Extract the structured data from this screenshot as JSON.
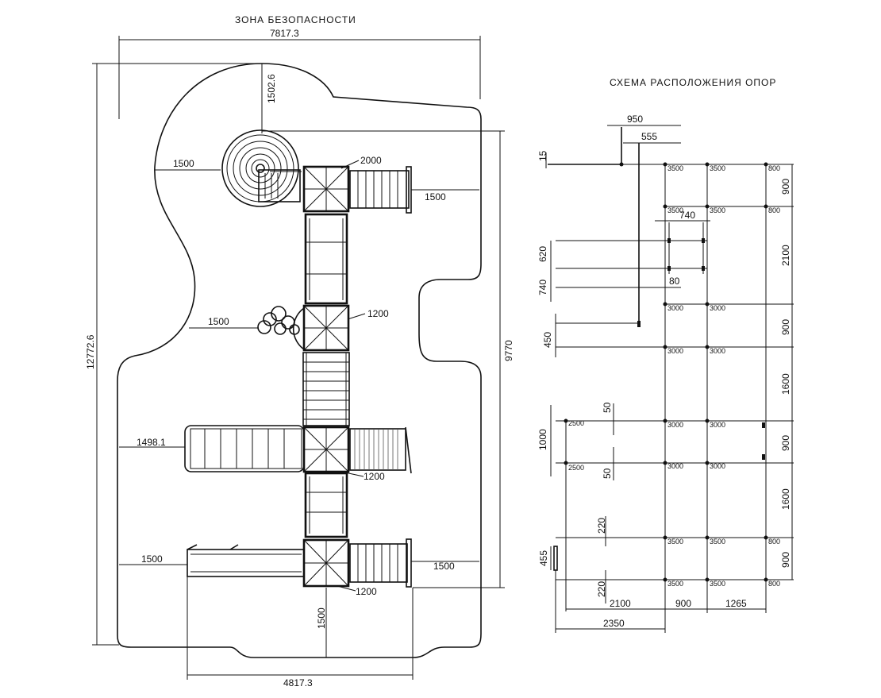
{
  "left": {
    "title": "ЗОНА БЕЗОПАСНОСТИ",
    "dims": {
      "top_width": "7817.3",
      "height_total": "12772.6",
      "height_right": "9770",
      "tower_top": "1502.6",
      "spiral_left": "1500",
      "top_tower_label": "2000",
      "top_stair_right": "1500",
      "mid_left": "1500",
      "mid_tower_label": "1200",
      "slide_left": "1498.1",
      "lower_tower_label": "1200",
      "bottom_left": "1500",
      "bottom_right": "1500",
      "bottom_tower_label": "1200",
      "bottom_down": "1500",
      "bottom_width": "4817.3"
    }
  },
  "right": {
    "title": "СХЕМА РАСПОЛОЖЕНИЯ ОПОР",
    "dims": {
      "d950": "950",
      "d555": "555",
      "d15": "15",
      "d740": "740",
      "d620": "620",
      "d740v": "740",
      "d80": "80",
      "d450": "450",
      "d50a": "50",
      "d1000": "1000",
      "d50b": "50",
      "d220a": "220",
      "d455": "455",
      "d220b": "220",
      "r900a": "900",
      "r2100": "2100",
      "r900b": "900",
      "r1600a": "1600",
      "r900c": "900",
      "r1600b": "1600",
      "r900d": "900",
      "b2100": "2100",
      "b900": "900",
      "b1265": "1265",
      "b2350": "2350"
    },
    "posts": {
      "p3500": "3500",
      "p800": "800",
      "p3000": "3000",
      "p2500": "2500"
    }
  }
}
